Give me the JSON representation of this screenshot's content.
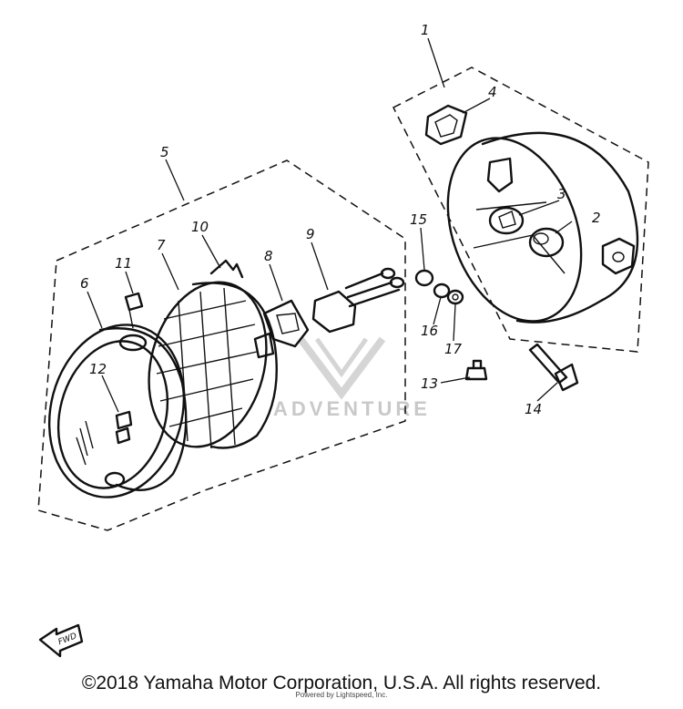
{
  "diagram": {
    "callouts": [
      "1",
      "2",
      "3",
      "4",
      "5",
      "6",
      "7",
      "8",
      "9",
      "10",
      "11",
      "12",
      "13",
      "14",
      "15",
      "16",
      "17"
    ],
    "watermark": "ADVENTURE",
    "arrow_label": "FWD"
  },
  "footer": {
    "copyright": "©2018 Yamaha Motor Corporation, U.S.A. All rights reserved.",
    "credit": "Powered by Lightspeed, Inc."
  }
}
